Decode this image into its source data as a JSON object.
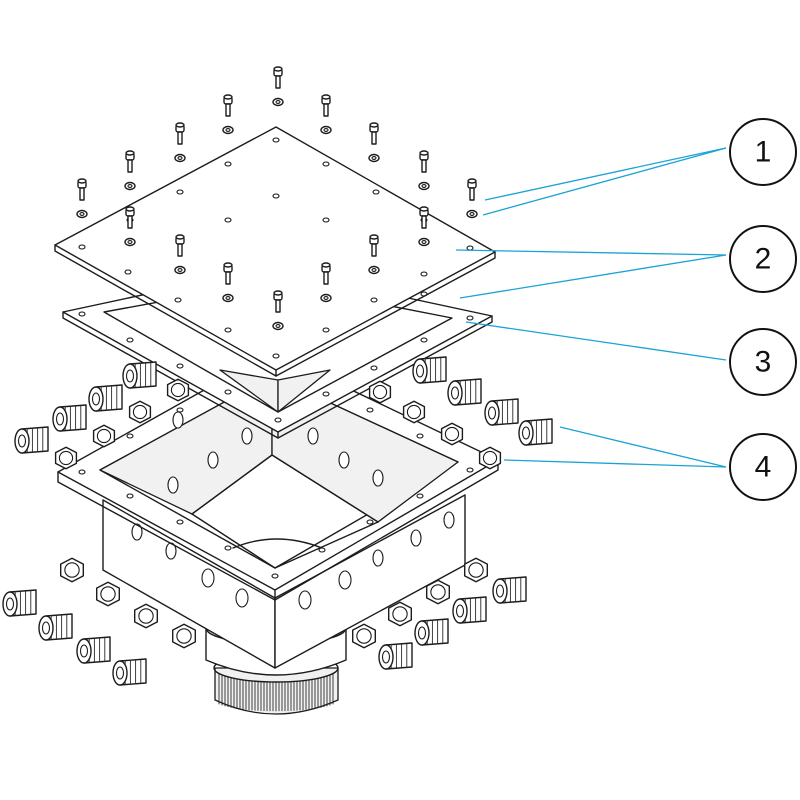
{
  "callouts": [
    {
      "label": "1"
    },
    {
      "label": "2"
    },
    {
      "label": "3"
    },
    {
      "label": "4"
    }
  ],
  "colors": {
    "leader_line": "#1aa3d6",
    "outline": "#1c1c1c",
    "background": "#ffffff"
  }
}
